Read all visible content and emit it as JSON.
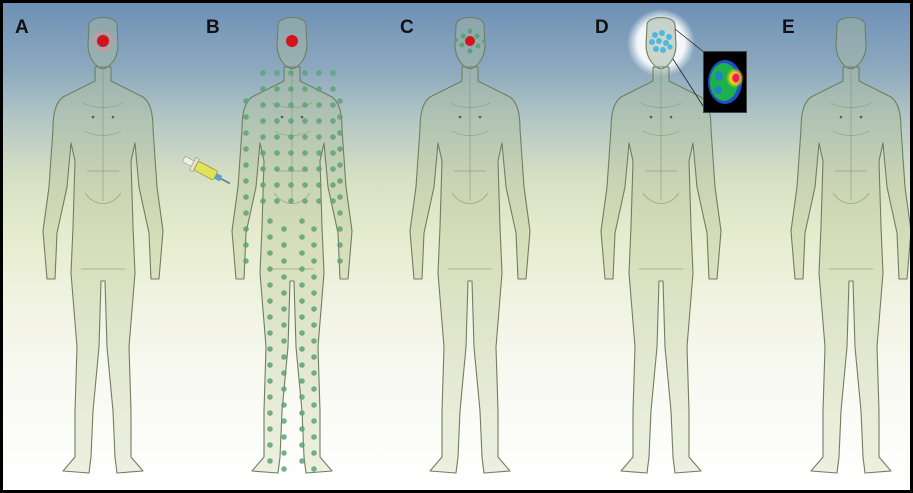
{
  "panels": [
    {
      "label": "A"
    },
    {
      "label": "B"
    },
    {
      "label": "C"
    },
    {
      "label": "D"
    },
    {
      "label": "E"
    }
  ],
  "colors": {
    "tumor": "#d4141c",
    "cells": "#5aa374",
    "imaging_cells": "#4fb8dc",
    "body_fill": "#b9c9a6",
    "body_stroke": "#6e7f60"
  },
  "icons": [
    "syringe-icon",
    "brain-scan-image"
  ]
}
